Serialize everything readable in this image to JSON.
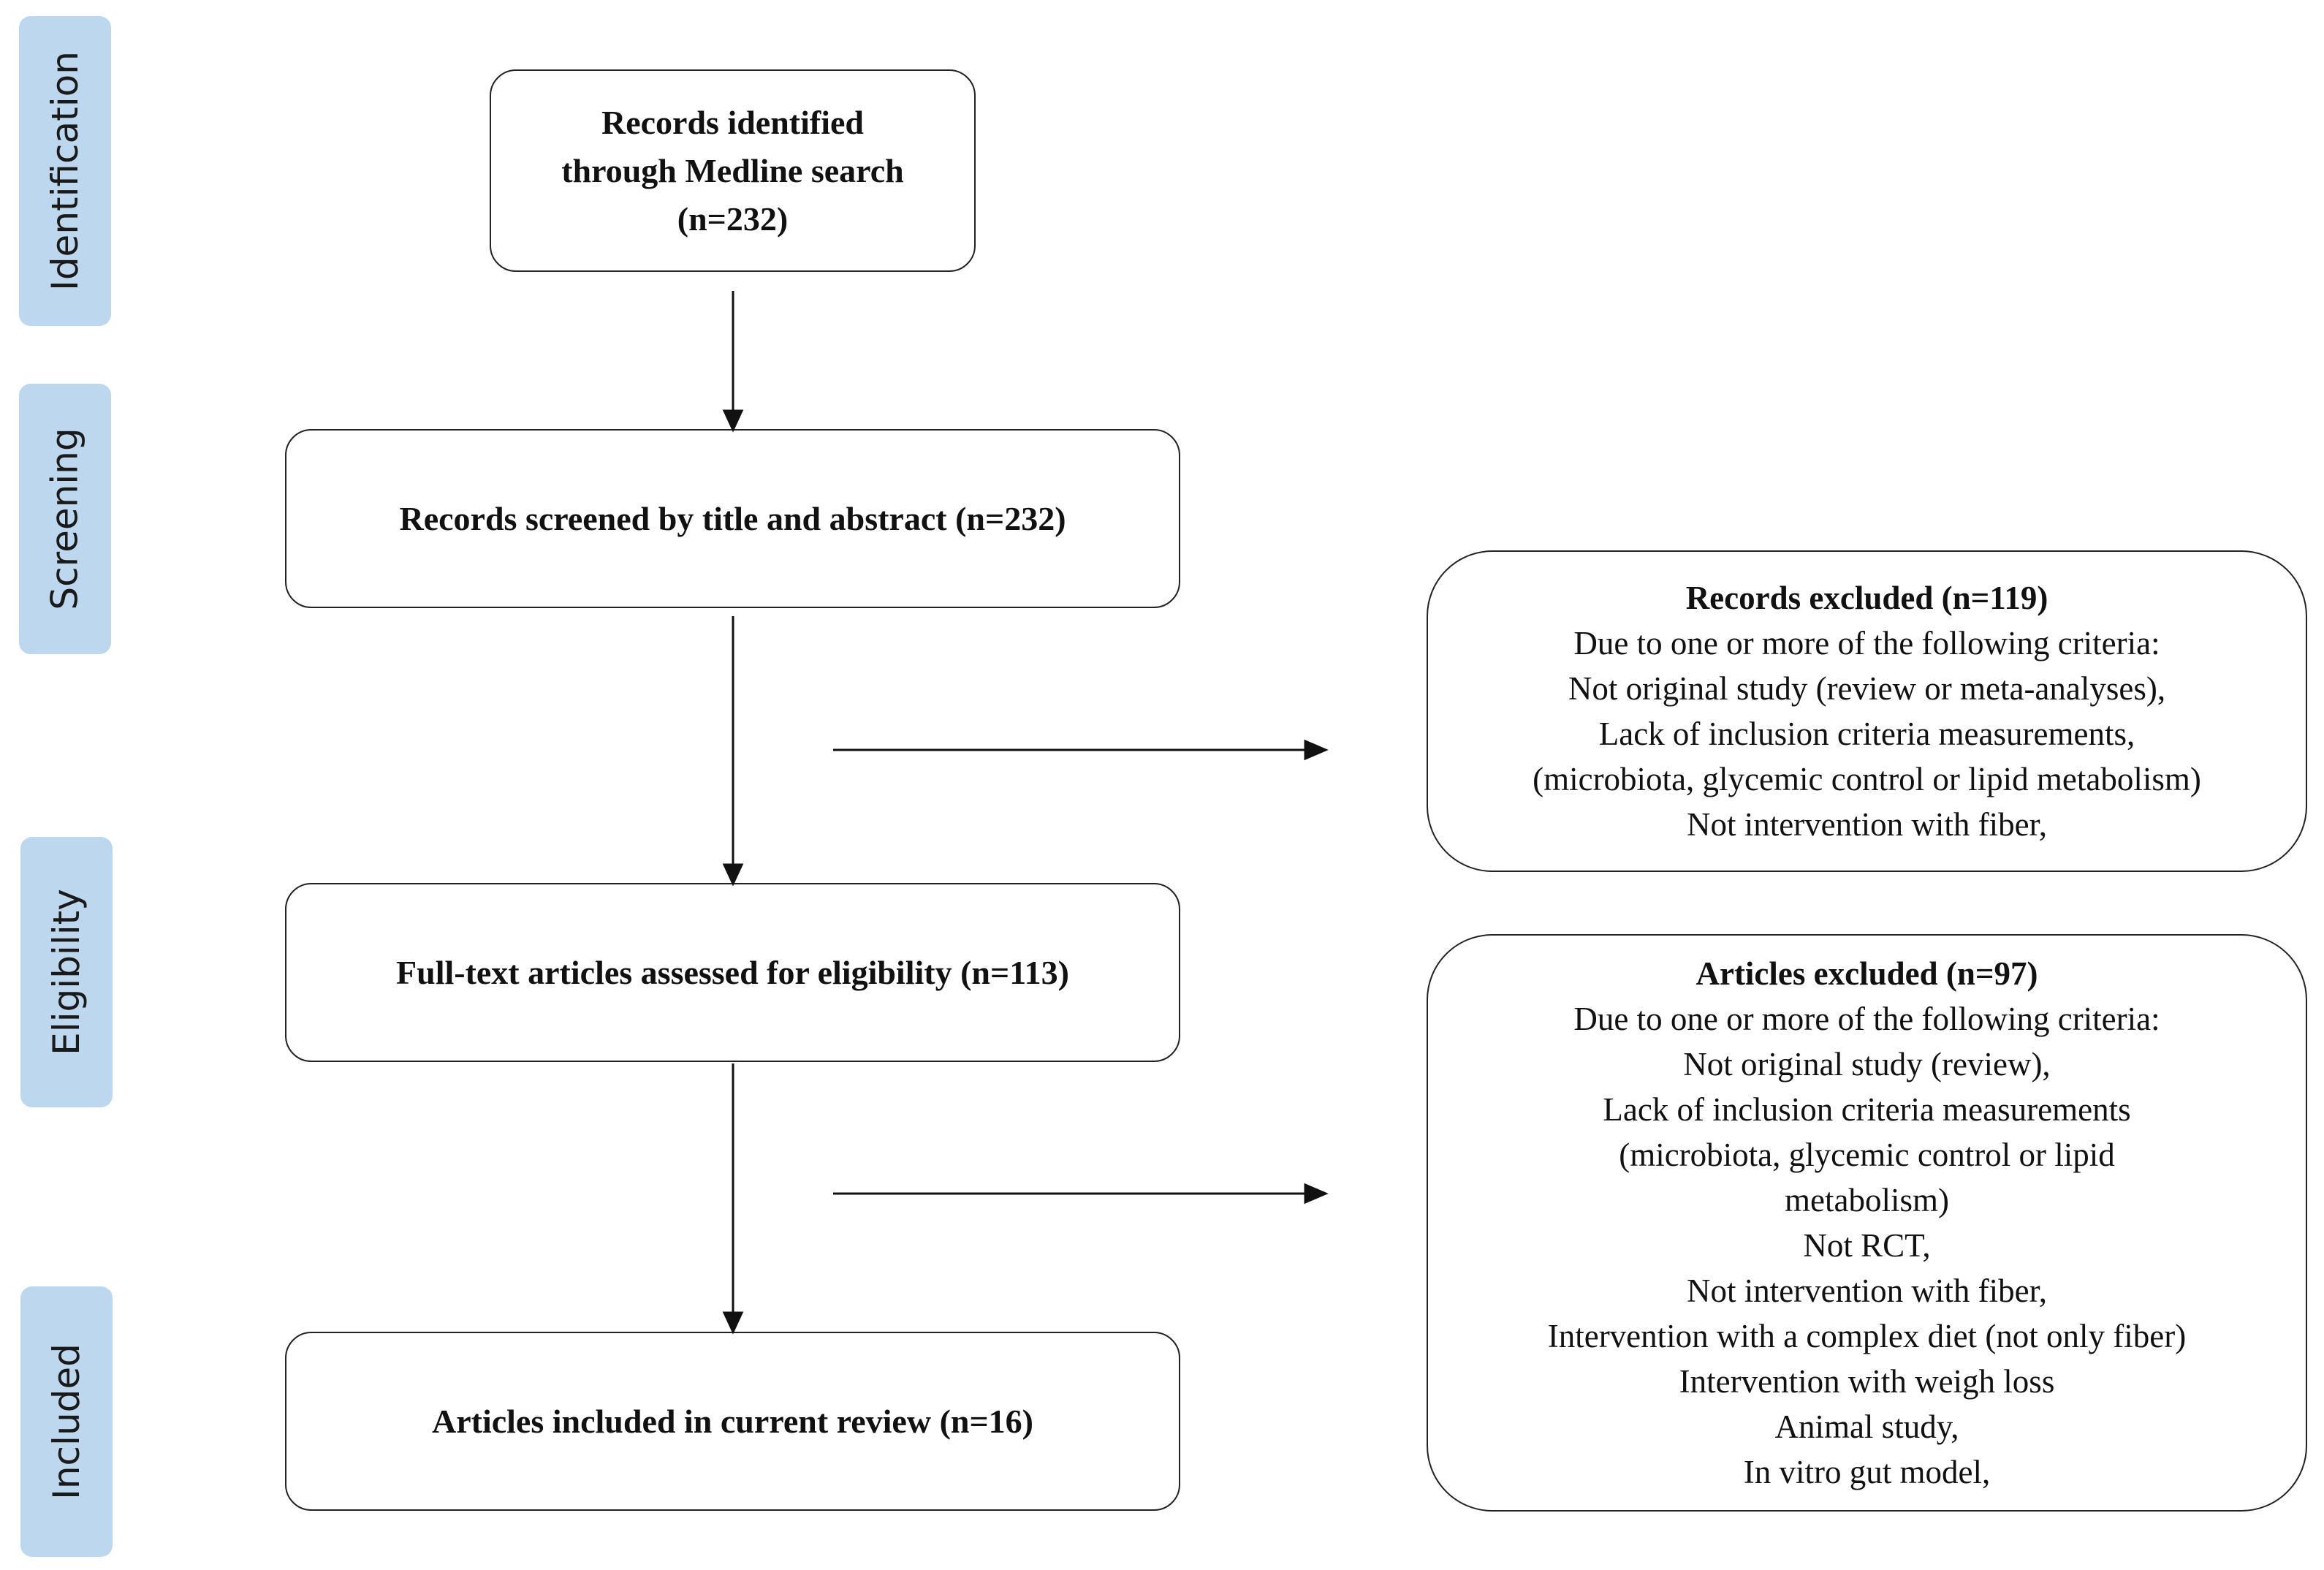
{
  "stages": {
    "identification": "Identification",
    "screening": "Screening",
    "eligibility": "Eligibility",
    "included": "Included"
  },
  "boxes": {
    "identified": [
      "Records identified",
      "through  Medline search",
      "(n=232)"
    ],
    "screened": "Records screened by title and abstract  (n=232)",
    "fulltext": "Full-text  articles assessed for eligibility  (n=113)",
    "included": "Articles included  in current  review (n=16)"
  },
  "records_excluded": {
    "title": "Records excluded (n=119)",
    "lines": [
      "Due to one or more of the following  criteria:",
      "Not original  study (review  or meta-analyses),",
      "Lack of inclusion  criteria  measurements,",
      "(microbiota,  glycemic  control  or lipid metabolism)",
      "Not intervention  with fiber,"
    ]
  },
  "articles_excluded": {
    "title": "Articles excluded (n=97)",
    "lines": [
      "Due to one or more of the following  criteria:",
      "Not original  study (review),",
      "Lack of inclusion  criteria  measurements",
      "(microbiota,  glycemic  control  or lipid",
      "metabolism)",
      "Not RCT,",
      "Not intervention  with fiber,",
      "Intervention  with  a complex  diet (not only fiber)",
      "Intervention  with  weigh loss",
      "Animal  study,",
      "In vitro  gut model,"
    ]
  },
  "colors": {
    "stage_label_bg": "#bdd7ee",
    "border": "#222222",
    "arrow": "#111111"
  }
}
